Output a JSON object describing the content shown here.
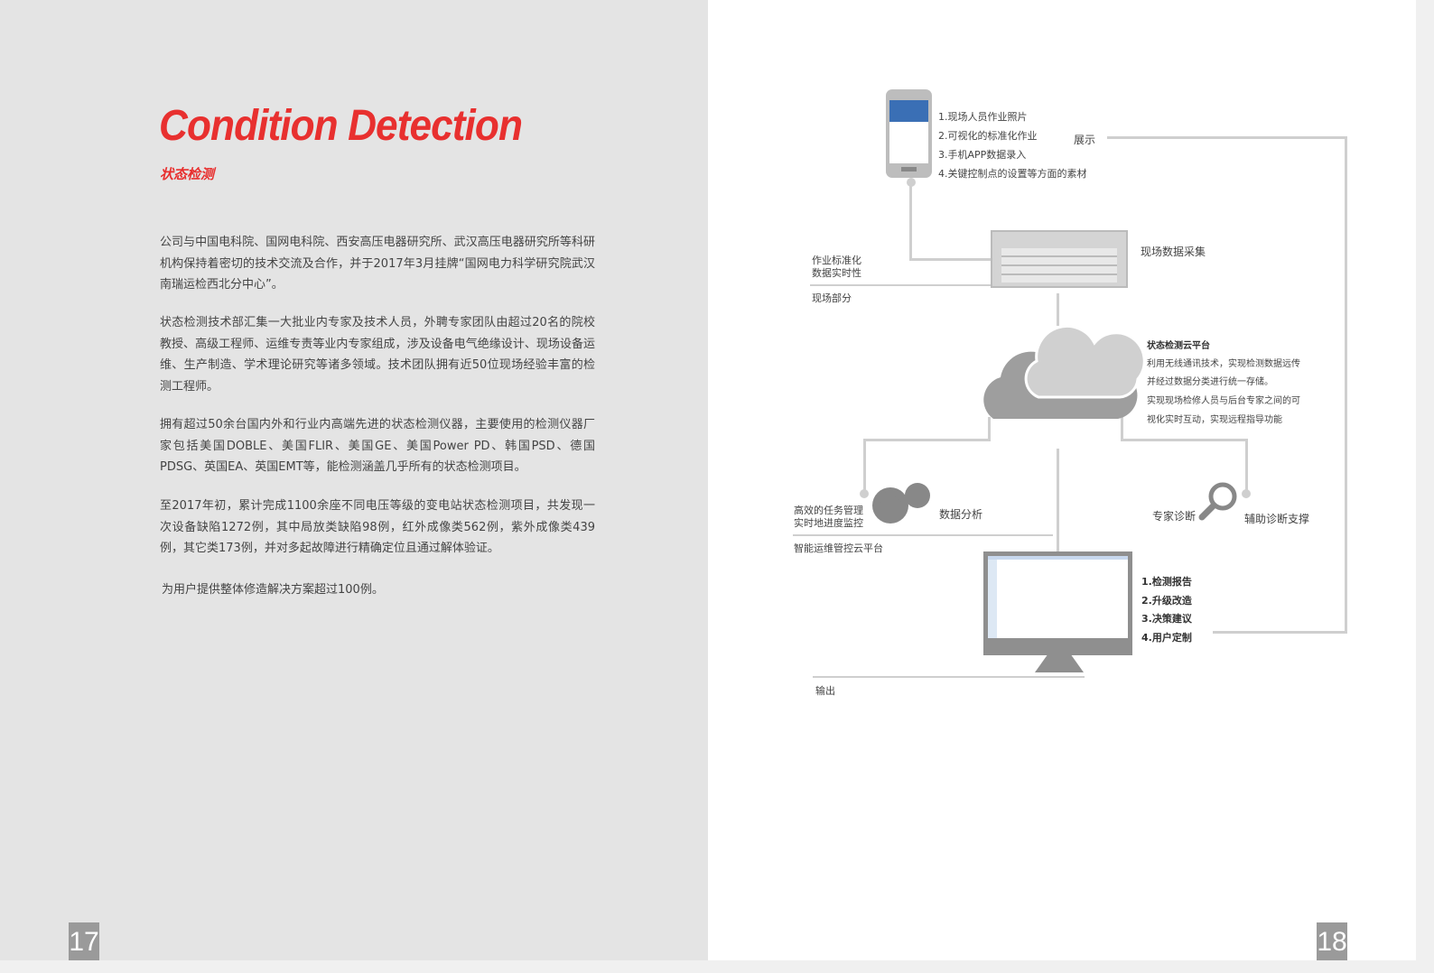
{
  "left_page": {
    "title": "Condition Detection",
    "subtitle": "状态检测",
    "paragraphs": [
      "公司与中国电科院、国网电科院、西安高压电器研究所、武汉高压电器研究所等科研机构保持着密切的技术交流及合作，并于2017年3月挂牌“国网电力科学研究院武汉南瑞运检西北分中心”。",
      "状态检测技术部汇集一大批业内专家及技术人员，外聘专家团队由超过20名的院校教授、高级工程师、运维专责等业内专家组成，涉及设备电气绝缘设计、现场设备运维、生产制造、学术理论研究等诸多领域。技术团队拥有近50位现场经验丰富的检测工程师。",
      "拥有超过50余台国内外和行业内高端先进的状态检测仪器，主要使用的检测仪器厂家包括美国DOBLE、美国FLIR、美国GE、美国Power PD、韩国PSD、德国PDSG、英国EA、英国EMT等，能检测涵盖几乎所有的状态检测项目。",
      "至2017年初，累计完成1100余座不同电压等级的变电站状态检测项目，共发现一次设备缺陷1272例，其中局放类缺陷98例，红外成像类562例，紫外成像类439例，其它类173例，并对多起故障进行精确定位且通过解体验证。",
      "为用户提供整体修造解决方案超过100例。"
    ],
    "page_number": "17"
  },
  "right_page": {
    "phone_items": [
      "1.现场人员作业照片",
      "2.可视化的标准化作业",
      "3.手机APP数据录入",
      "4.关键控制点的设置等方面的素材"
    ],
    "display": "展示",
    "field_std": [
      "作业标准化",
      "数据实时性"
    ],
    "field_section": "现场部分",
    "server_label": "现场数据采集",
    "cloud_title": "状态检测云平台",
    "cloud_lines": [
      "利用无线通讯技术，实现检测数据远传",
      "并经过数据分类进行统一存储。",
      "实现现场检修人员与后台专家之间的可",
      "视化实时互动，实现远程指导功能"
    ],
    "task_mgmt": [
      "高效的任务管理",
      "实时地进度监控"
    ],
    "data_analysis": "数据分析",
    "ops_platform": "智能运维管控云平台",
    "expert": "专家诊断",
    "assist": "辅助诊断支撑",
    "outputs": [
      "1.检测报告",
      "2.升级改造",
      "3.决策建议",
      "4.用户定制"
    ],
    "output_section": "输出",
    "page_number": "18"
  },
  "colors": {
    "accent": "#e8302f",
    "line": "#cfcfcf",
    "left_bg": "#e4e4e4"
  }
}
